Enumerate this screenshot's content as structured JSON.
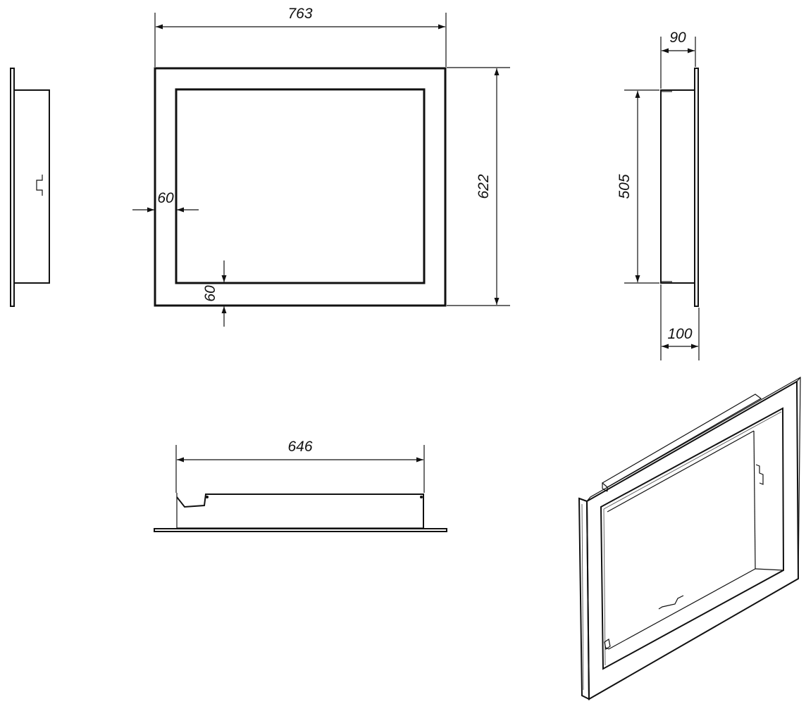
{
  "dimensions": {
    "overall_width": "763",
    "overall_height": "622",
    "frame_side": "60",
    "frame_bottom": "60",
    "inner_height": "505",
    "depth_top": "90",
    "depth_bottom": "100",
    "inner_width": "646"
  }
}
